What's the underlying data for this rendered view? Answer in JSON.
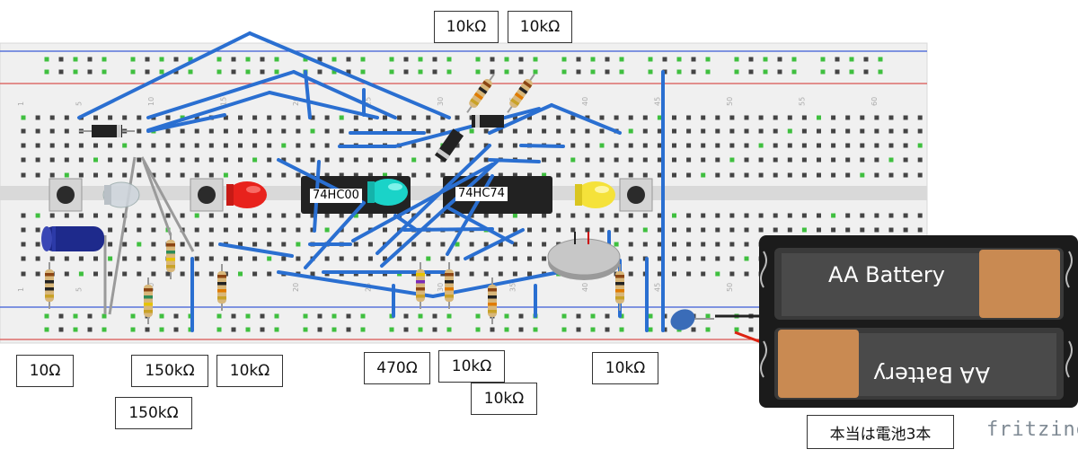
{
  "labels": {
    "r_top1": "10kΩ",
    "r_top2": "10kΩ",
    "r_10": "10Ω",
    "r_150k_a": "150kΩ",
    "r_150k_b": "150kΩ",
    "r_10k_a": "10kΩ",
    "r_470": "470Ω",
    "r_10k_b": "10kΩ",
    "r_10k_c": "10kΩ",
    "r_10k_d": "10kΩ"
  },
  "chips": {
    "ic1": "74HC00",
    "ic2": "74HC74"
  },
  "battery": {
    "top_text": "AA Battery",
    "bottom_text": "AA Battery",
    "note": "本当は電池3本"
  },
  "watermark": "fritzing",
  "colors": {
    "wire": "#2a6fd1",
    "board": "#efefef",
    "rail_red": "#d9534f",
    "rail_blue": "#3b5bd6",
    "hole_green": "#3fbf3f"
  }
}
